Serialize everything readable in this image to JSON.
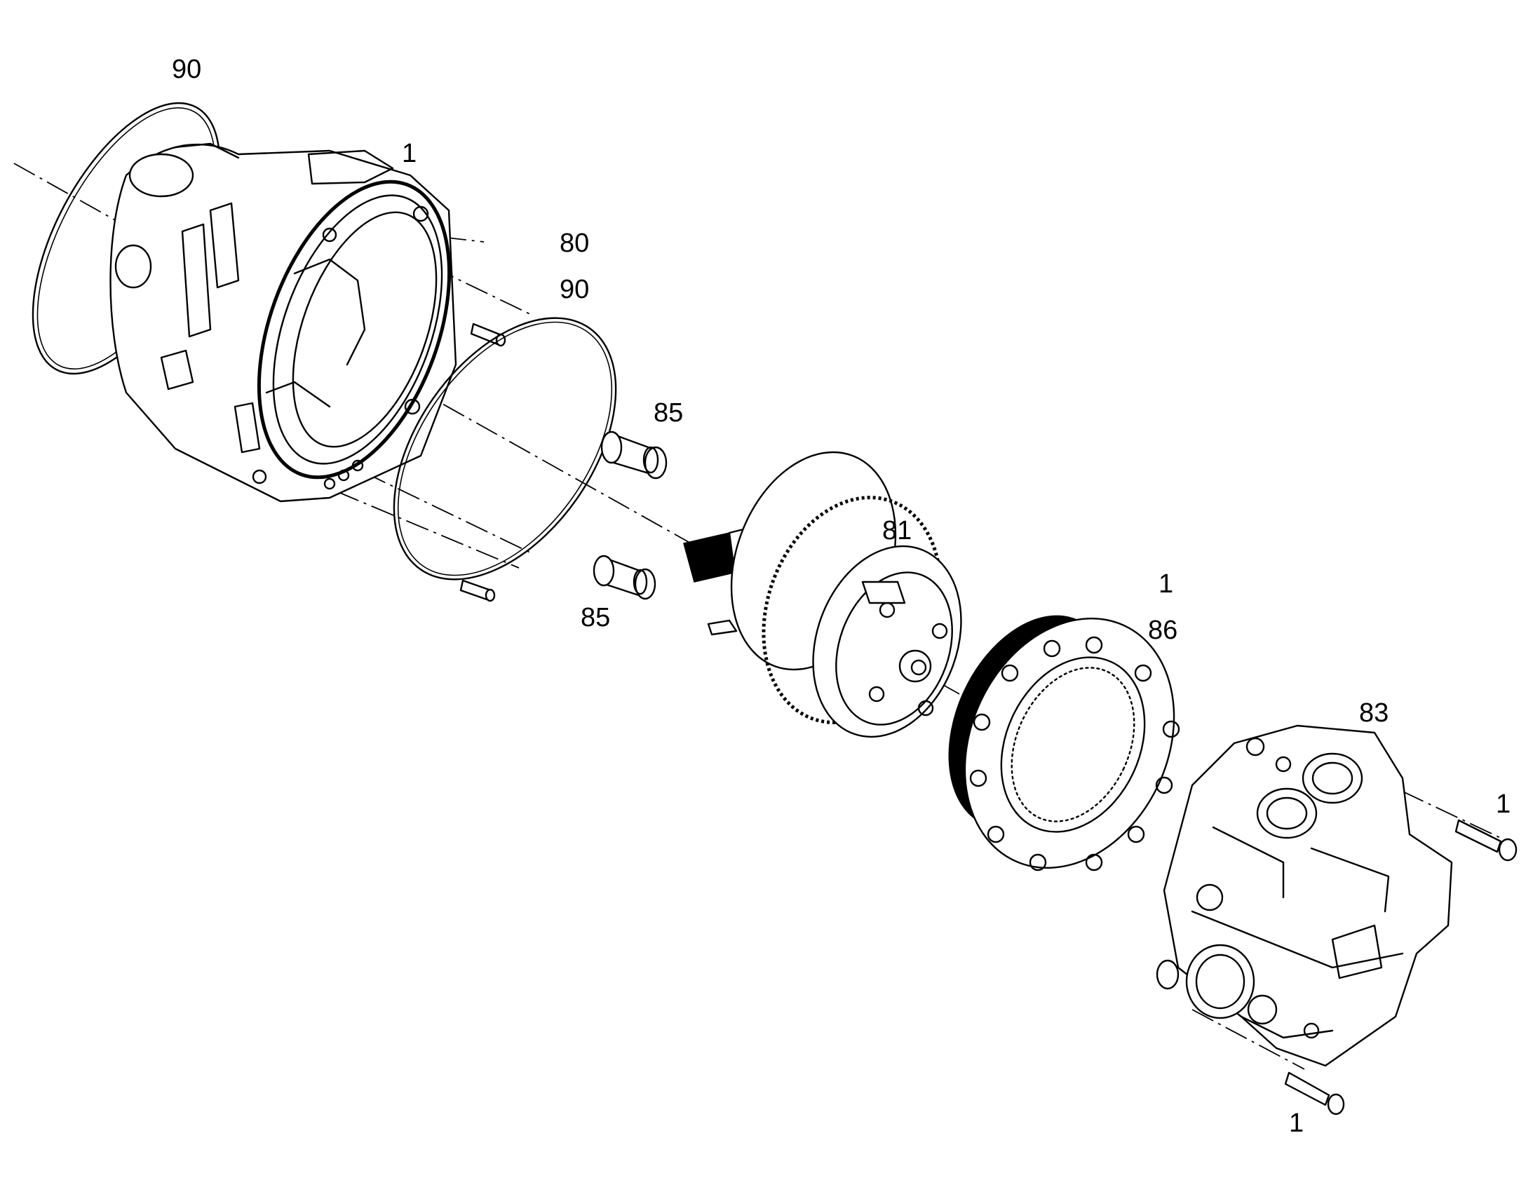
{
  "callouts": [
    {
      "id": "90-top",
      "text": "90"
    },
    {
      "id": "1-housing",
      "text": "1"
    },
    {
      "id": "80",
      "text": "80"
    },
    {
      "id": "90-ring",
      "text": "90"
    },
    {
      "id": "85-top",
      "text": "85"
    },
    {
      "id": "85-bottom",
      "text": "85"
    },
    {
      "id": "81",
      "text": "81"
    },
    {
      "id": "1-ring",
      "text": "1"
    },
    {
      "id": "86",
      "text": "86"
    },
    {
      "id": "83",
      "text": "83"
    },
    {
      "id": "1-bolt-top",
      "text": "1"
    },
    {
      "id": "1-bolt-bottom",
      "text": "1"
    }
  ]
}
